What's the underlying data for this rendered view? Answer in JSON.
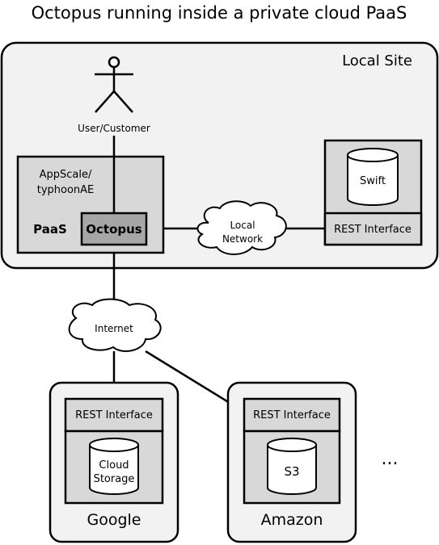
{
  "title": "Octopus running inside a private cloud PaaS",
  "local_site": {
    "label": "Local Site",
    "user_label": "User/Customer",
    "paas": {
      "platform_line1": "AppScale/",
      "platform_line2": "typhoonAE",
      "label": "PaaS",
      "octopus_label": "Octopus"
    },
    "local_network": {
      "line1": "Local",
      "line2": "Network"
    },
    "swift_box": {
      "storage_label": "Swift",
      "interface_label": "REST Interface"
    }
  },
  "internet_label": "Internet",
  "google": {
    "label": "Google",
    "interface_label": "REST Interface",
    "storage_line1": "Cloud",
    "storage_line2": "Storage"
  },
  "amazon": {
    "label": "Amazon",
    "interface_label": "REST Interface",
    "storage_label": "S3"
  },
  "ellipsis": "...",
  "colors": {
    "site_fill": "#f2f2f2",
    "box_fill": "#d8d8d8",
    "octopus_fill": "#a6a6a6",
    "stroke": "#000000"
  }
}
